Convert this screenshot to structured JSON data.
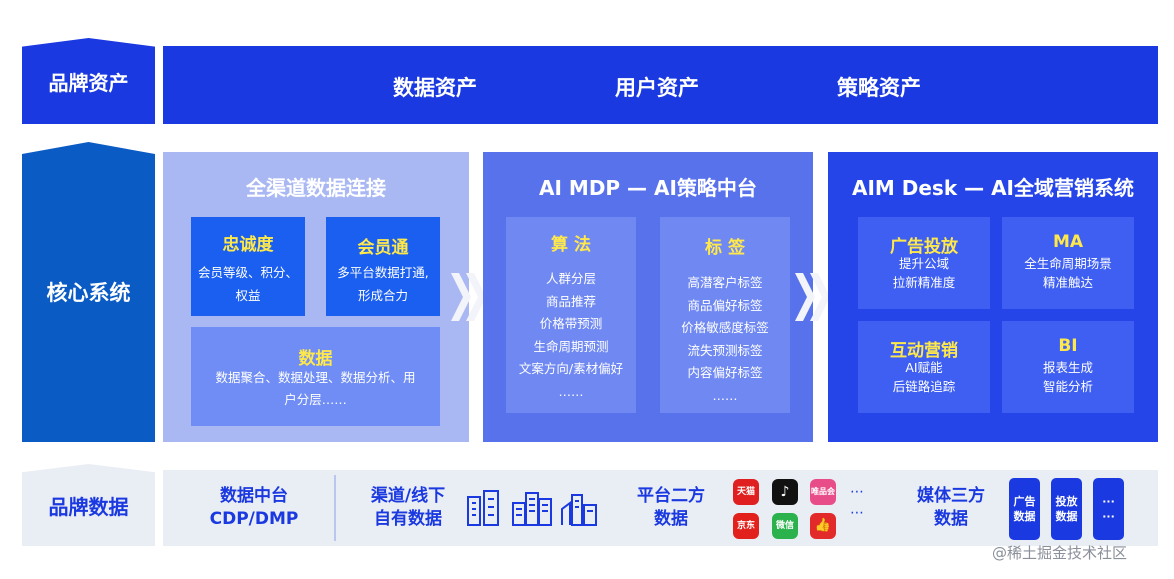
{
  "left_labels": {
    "brand_assets": "品牌资产",
    "core_system": "核心系统",
    "brand_data": "品牌数据"
  },
  "top_band": {
    "items": [
      "数据资产",
      "用户资产",
      "策略资产"
    ]
  },
  "panel1": {
    "title": "全渠道数据连接",
    "boxes": [
      {
        "title": "忠诚度",
        "lines": [
          "会员等级、积分、",
          "权益"
        ]
      },
      {
        "title": "会员通",
        "lines": [
          "多平台数据打通,",
          "形成合力"
        ]
      },
      {
        "title": "数据",
        "lines": [
          "数据聚合、数据处理、数据分析、用",
          "户分层……"
        ]
      }
    ]
  },
  "panel2": {
    "title": "AI MDP — AI策略中台",
    "columns": [
      {
        "title": "算 法",
        "lines": [
          "人群分层",
          "商品推荐",
          "价格带预测",
          "生命周期预测",
          "文案方向/素材偏好",
          "……"
        ]
      },
      {
        "title": "标 签",
        "lines": [
          "高潜客户标签",
          "商品偏好标签",
          "价格敏感度标签",
          "流失预测标签",
          "内容偏好标签",
          "……"
        ]
      }
    ]
  },
  "panel3": {
    "title": "AIM Desk — AI全域营销系统",
    "boxes": [
      {
        "title": "广告投放",
        "lines": [
          "提升公域",
          "拉新精准度"
        ]
      },
      {
        "title": "MA",
        "lines": [
          "全生命周期场景",
          "精准触达"
        ]
      },
      {
        "title": "互动营销",
        "lines": [
          "AI赋能",
          "后链路追踪"
        ]
      },
      {
        "title": "BI",
        "lines": [
          "报表生成",
          "智能分析"
        ]
      }
    ]
  },
  "bottom_band": {
    "cdp": [
      "数据中台",
      "CDP/DMP"
    ],
    "offline": [
      "渠道/线下",
      "自有数据"
    ],
    "platform": [
      "平台二方",
      "数据"
    ],
    "platform_apps": [
      {
        "label": "天猫",
        "color": "#e02020"
      },
      {
        "label": "♪",
        "color": "#111111"
      },
      {
        "label": "唯品会",
        "color": "#e84d8a"
      },
      {
        "label": "京东",
        "color": "#e3211c"
      },
      {
        "label": "微信",
        "color": "#2bb24c"
      },
      {
        "label": "👍",
        "color": "#e32a2a"
      }
    ],
    "platform_more": "⋯",
    "media": [
      "媒体三方",
      "数据"
    ],
    "media_boxes": [
      "广告数据",
      "投放数据",
      "⋯"
    ],
    "media_box_labels": [
      [
        "广告",
        "数据"
      ],
      [
        "投放",
        "数据"
      ],
      [
        "···",
        "···"
      ]
    ]
  },
  "watermark": "@稀土掘金技术社区",
  "icons": [
    "building-icon",
    "city-icon",
    "skyline-icon",
    "chevron-right-icon"
  ]
}
